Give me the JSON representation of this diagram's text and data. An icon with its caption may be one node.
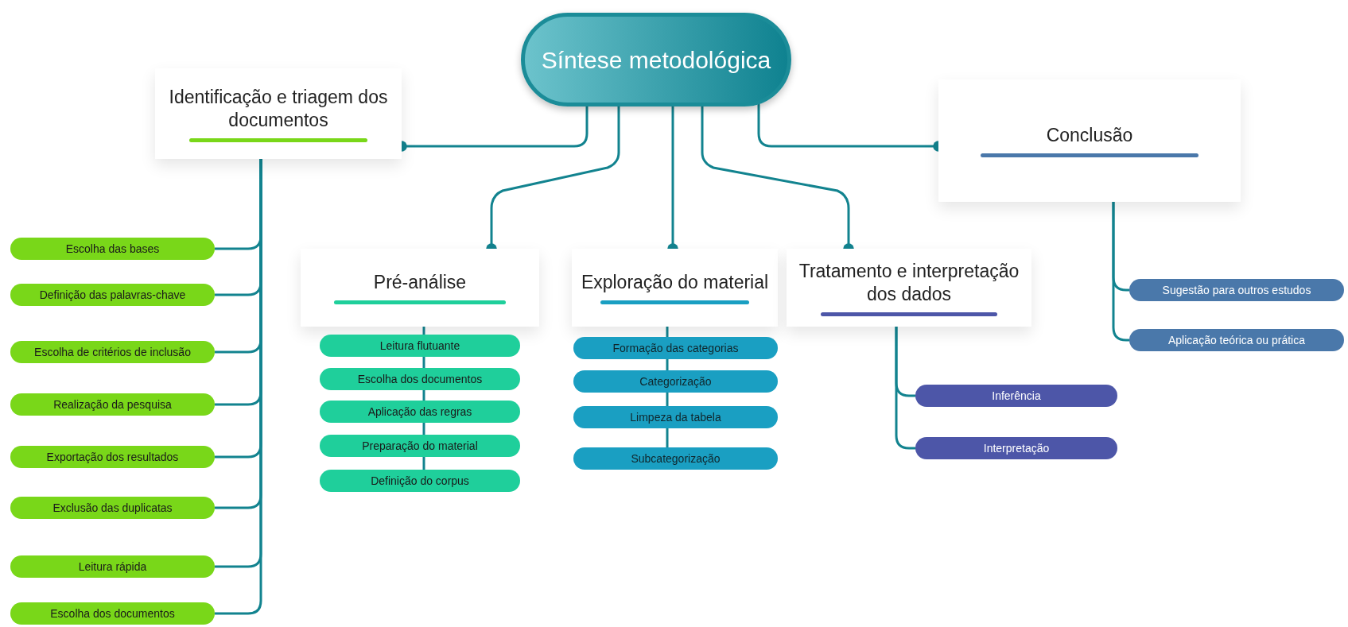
{
  "diagram": {
    "nodes": [
      {
        "text": [
          "Síntese metodológica"
        ]
      },
      {
        "text": [
          "Identificação e triagem dos documentos"
        ]
      },
      {
        "text": [
          "Escolha das bases"
        ]
      },
      {
        "text": [
          "Definição das palavras-chave"
        ]
      },
      {
        "text": [
          "Escolha de critérios de inclusão"
        ]
      },
      {
        "text": [
          "Realização da pesquisa"
        ]
      },
      {
        "text": [
          "Exportação dos resultados"
        ]
      },
      {
        "text": [
          "Exclusão das duplicatas"
        ]
      },
      {
        "text": [
          "Leitura rápida"
        ]
      },
      {
        "text": [
          "Escolha dos documentos"
        ]
      },
      {
        "text": [
          "Pré-análise"
        ]
      },
      {
        "text": [
          "Leitura flutuante"
        ]
      },
      {
        "text": [
          "Escolha dos documentos"
        ]
      },
      {
        "text": [
          "Aplicação das regras"
        ]
      },
      {
        "text": [
          "Preparação do material"
        ]
      },
      {
        "text": [
          "Definição do corpus"
        ]
      },
      {
        "text": [
          "Exploração do material"
        ]
      },
      {
        "text": [
          "Formação das categorias"
        ]
      },
      {
        "text": [
          "Categorização"
        ]
      },
      {
        "text": [
          "Limpeza da tabela"
        ]
      },
      {
        "text": [
          "Subcategorização"
        ]
      },
      {
        "text": [
          "Tratamento e interpretação dos dados"
        ]
      },
      {
        "text": [
          "Inferência"
        ]
      },
      {
        "text": [
          "Interpretação"
        ]
      },
      {
        "text": [
          "Conclusão"
        ]
      },
      {
        "text": [
          "Sugestão para outros estudos"
        ]
      },
      {
        "text": [
          "Aplicação teórica ou prática"
        ]
      }
    ],
    "edges": [
      {
        "from": 0,
        "to": 1,
        "arrow": "other"
      },
      {
        "from": 0,
        "to": 10,
        "arrow": "other"
      },
      {
        "from": 0,
        "to": 16,
        "arrow": "other"
      },
      {
        "from": 0,
        "to": 21,
        "arrow": "other"
      },
      {
        "from": 0,
        "to": 24,
        "arrow": "other"
      },
      {
        "from": 1,
        "to": 2,
        "arrow": "none"
      },
      {
        "from": 1,
        "to": 3,
        "arrow": "none"
      },
      {
        "from": 1,
        "to": 4,
        "arrow": "none"
      },
      {
        "from": 1,
        "to": 5,
        "arrow": "none"
      },
      {
        "from": 1,
        "to": 6,
        "arrow": "none"
      },
      {
        "from": 1,
        "to": 7,
        "arrow": "none"
      },
      {
        "from": 1,
        "to": 8,
        "arrow": "none"
      },
      {
        "from": 1,
        "to": 9,
        "arrow": "none"
      },
      {
        "from": 10,
        "to": 11,
        "arrow": "none"
      },
      {
        "from": 11,
        "to": 12,
        "arrow": "none"
      },
      {
        "from": 12,
        "to": 13,
        "arrow": "none"
      },
      {
        "from": 13,
        "to": 14,
        "arrow": "none"
      },
      {
        "from": 14,
        "to": 15,
        "arrow": "none"
      },
      {
        "from": 16,
        "to": 17,
        "arrow": "none"
      },
      {
        "from": 17,
        "to": 18,
        "arrow": "none"
      },
      {
        "from": 18,
        "to": 19,
        "arrow": "none"
      },
      {
        "from": 19,
        "to": 20,
        "arrow": "none"
      },
      {
        "from": 21,
        "to": 22,
        "arrow": "none"
      },
      {
        "from": 21,
        "to": 23,
        "arrow": "none"
      },
      {
        "from": 24,
        "to": 25,
        "arrow": "none"
      },
      {
        "from": 24,
        "to": 26,
        "arrow": "none"
      }
    ]
  }
}
